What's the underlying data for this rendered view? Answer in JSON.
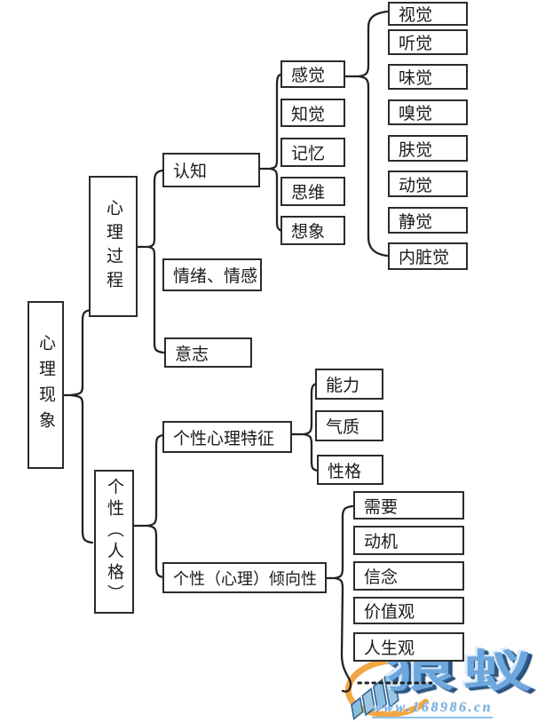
{
  "diagram": {
    "root": {
      "label": "心理现象"
    },
    "process": {
      "label": "心理过程"
    },
    "personality": {
      "label": "个性（人格）"
    },
    "process_children": {
      "cognition": "认知",
      "emotion": "情绪、情感",
      "will": "意志"
    },
    "cognition_children": [
      "感觉",
      "知觉",
      "记忆",
      "思维",
      "想象"
    ],
    "senses": [
      "视觉",
      "听觉",
      "味觉",
      "嗅觉",
      "肤觉",
      "动觉",
      "静觉",
      "内脏觉"
    ],
    "traits": {
      "label": "个性心理特征",
      "children": [
        "能力",
        "气质",
        "性格"
      ]
    },
    "tendency": {
      "label": "个性（心理）倾向性",
      "children": [
        "需要",
        "动机",
        "信念",
        "价值观",
        "人生观"
      ]
    }
  },
  "watermark": {
    "brand": "狼蚁",
    "url": "www.168986.cn"
  },
  "colors": {
    "line": "#222222",
    "box_border": "#2b2b2b",
    "text": "#1a1a1a",
    "background": "#ffffff",
    "brand_blue": "#6ea7dc",
    "url_blue": "#79aede",
    "logo_orange": "#f2a644",
    "logo_bar_blue": "#8abede"
  }
}
